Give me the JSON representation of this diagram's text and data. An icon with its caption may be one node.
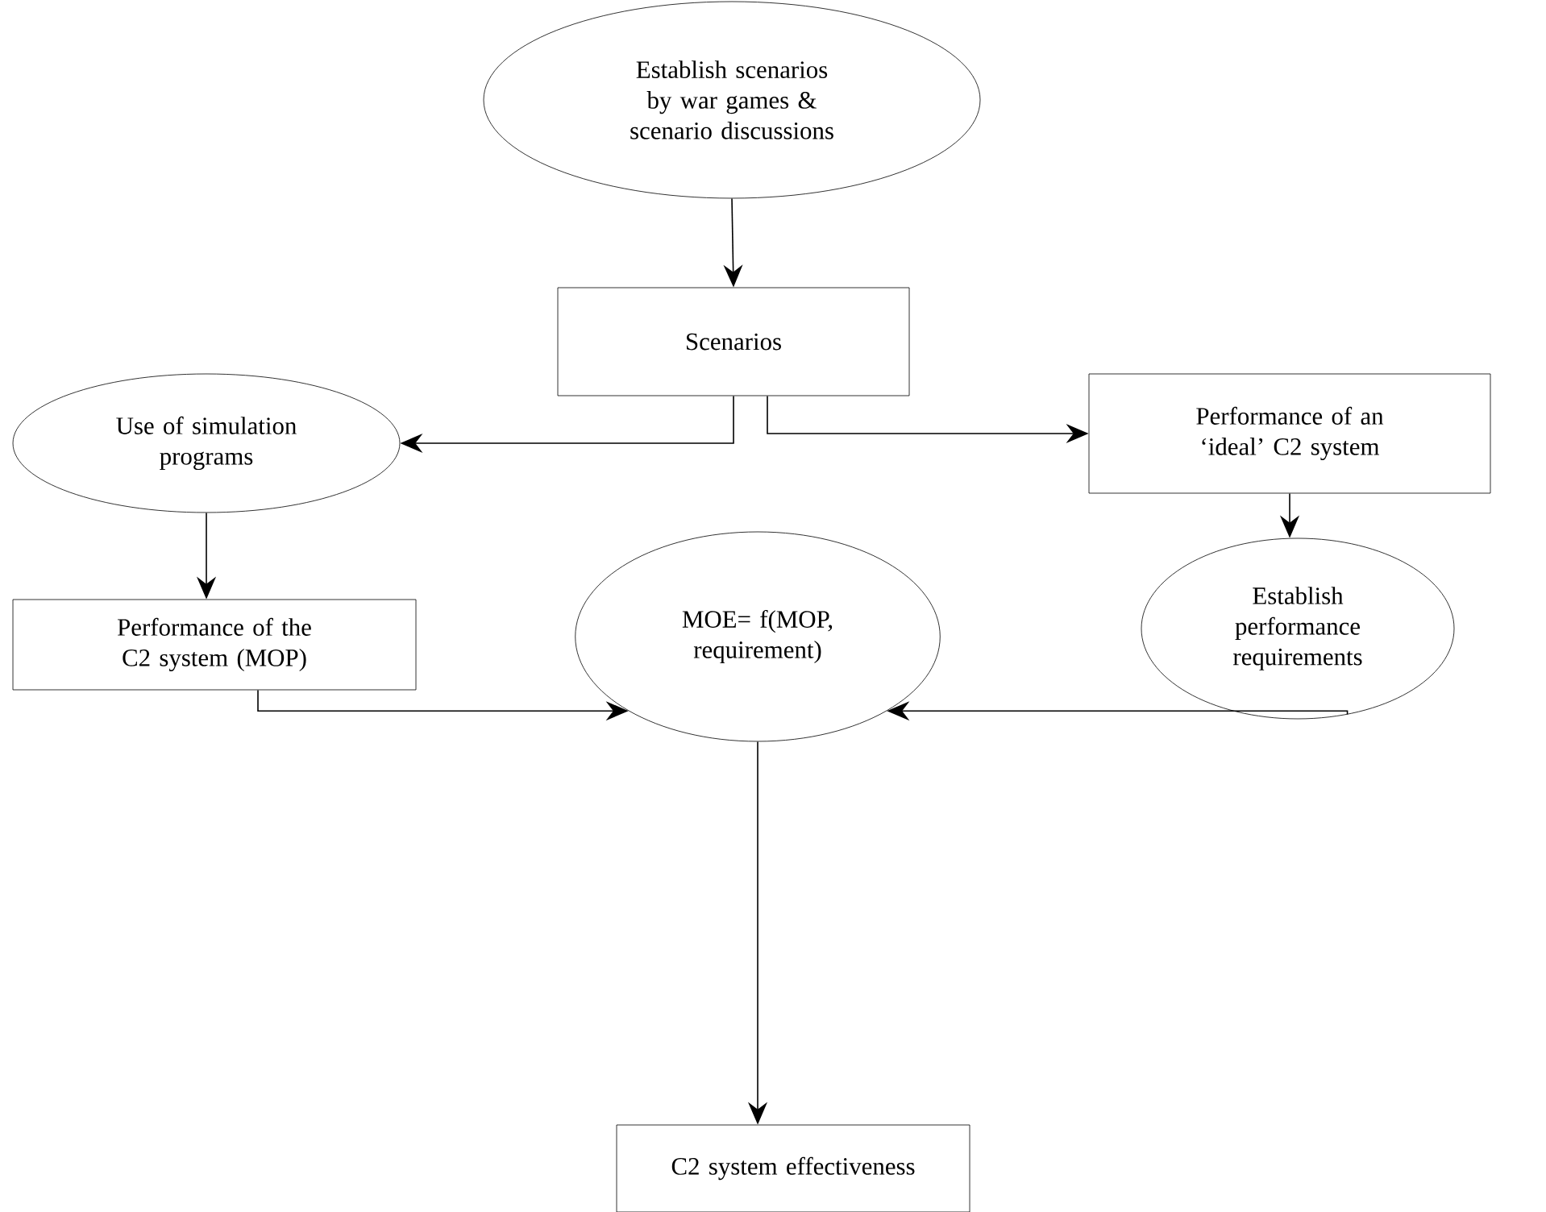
{
  "diagram": {
    "nodes": [
      {
        "text": [
          "Establish scenarios by war games & scenario discussions"
        ]
      },
      {
        "text": [
          "Scenarios"
        ]
      },
      {
        "text": [
          "Use of simulation programs"
        ]
      },
      {
        "text": [
          "Performance of an ‘ideal’ C2 system"
        ]
      },
      {
        "text": [
          "Performance of the C2 system (MOP)"
        ]
      },
      {
        "text": [
          "Establish performance requirements"
        ]
      },
      {
        "text": [
          "MOE= f(MOP, requirement)"
        ]
      },
      {
        "text": [
          "C2 system effectiveness"
        ]
      }
    ],
    "edges": [
      {
        "from": 0,
        "to": 1,
        "arrow": "to"
      },
      {
        "from": 1,
        "to": 2,
        "arrow": "to"
      },
      {
        "from": 1,
        "to": 3,
        "arrow": "to"
      },
      {
        "from": 2,
        "to": 4,
        "arrow": "to"
      },
      {
        "from": 3,
        "to": 5,
        "arrow": "to"
      },
      {
        "from": 4,
        "to": 6,
        "arrow": "to"
      },
      {
        "from": 5,
        "to": 6,
        "arrow": "to"
      },
      {
        "from": 6,
        "to": 7,
        "arrow": "to"
      }
    ]
  }
}
